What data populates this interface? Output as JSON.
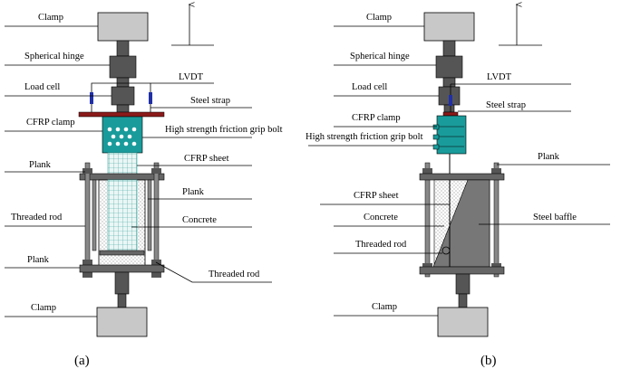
{
  "figure_a": {
    "caption": "(a)",
    "labels": {
      "clamp_top": "Clamp",
      "spherical_hinge": "Spherical hinge",
      "lvdt": "LVDT",
      "load_cell": "Load cell",
      "steel_strap": "Steel strap",
      "cfrp_clamp": "CFRP clamp",
      "hsfg_bolt": "High strength friction grip bolt",
      "plank_1": "Plank",
      "cfrp_sheet": "CFRP sheet",
      "plank_2": "Plank",
      "threaded_rod_1": "Threaded rod",
      "concrete": "Concrete",
      "plank_3": "Plank",
      "threaded_rod_2": "Threaded rod",
      "clamp_bottom": "Clamp"
    }
  },
  "figure_b": {
    "caption": "(b)",
    "labels": {
      "clamp_top": "Clamp",
      "spherical_hinge": "Spherical hinge",
      "lvdt": "LVDT",
      "load_cell": "Load cell",
      "steel_strap": "Steel strap",
      "cfrp_clamp": "CFRP clamp",
      "hsfg_bolt": "High strength friction grip bolt",
      "plank": "Plank",
      "cfrp_sheet": "CFRP sheet",
      "concrete": "Concrete",
      "steel_baffle": "Steel baffle",
      "threaded_rod": "Threaded rod",
      "clamp_bottom": "Clamp"
    }
  },
  "colors": {
    "clamp_fill": "#c8c8c8",
    "hinge_fill": "#555555",
    "cfrp_clamp_fill": "#1a9b9b",
    "strap_fill": "#8b1a1a",
    "lvdt_fill": "#1f2fa8",
    "baffle_fill": "#777777",
    "plank_fill": "#666666"
  }
}
